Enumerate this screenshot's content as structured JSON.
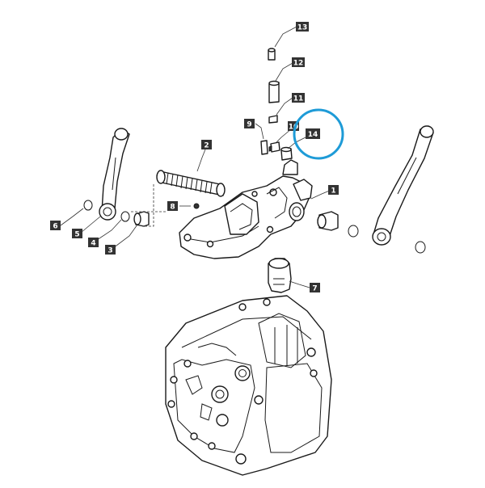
{
  "diagram": {
    "callouts": [
      {
        "id": "c1",
        "label": "1"
      },
      {
        "id": "c2",
        "label": "2"
      },
      {
        "id": "c3",
        "label": "3"
      },
      {
        "id": "c4",
        "label": "4"
      },
      {
        "id": "c5",
        "label": "5"
      },
      {
        "id": "c6",
        "label": "6"
      },
      {
        "id": "c7",
        "label": "7"
      },
      {
        "id": "c8",
        "label": "8"
      },
      {
        "id": "c9",
        "label": "9"
      },
      {
        "id": "c10",
        "label": "10"
      },
      {
        "id": "c11",
        "label": "11"
      },
      {
        "id": "c12",
        "label": "12"
      },
      {
        "id": "c13",
        "label": "13"
      },
      {
        "id": "c14",
        "label": "14"
      }
    ],
    "colors": {
      "callout_bg": "#333333",
      "callout_text": "#ffffff",
      "highlight_ring": "#1e9bd7",
      "line": "#1a1a1a"
    },
    "highlighted_callout": "14"
  }
}
